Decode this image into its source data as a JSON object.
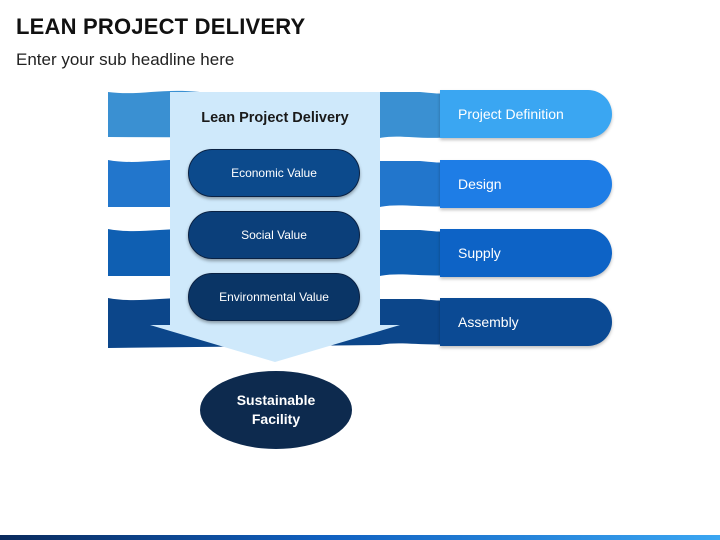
{
  "header": {
    "title": "LEAN PROJECT DELIVERY",
    "subtitle": "Enter your sub headline here"
  },
  "center": {
    "title": "Lean Project Delivery",
    "values": [
      "Economic Value",
      "Social Value",
      "Environmental Value"
    ]
  },
  "stages": [
    "Project Definition",
    "Design",
    "Supply",
    "Assembly"
  ],
  "outcome": {
    "line1": "Sustainable",
    "line2": "Facility"
  },
  "colors": {
    "stage_1": "#3aa6f2",
    "stage_2": "#1e7de6",
    "stage_3": "#0d63c6",
    "stage_4": "#0b4a94",
    "arrow_fill": "#cfe9fb",
    "outcome": "#0d2a4e"
  }
}
